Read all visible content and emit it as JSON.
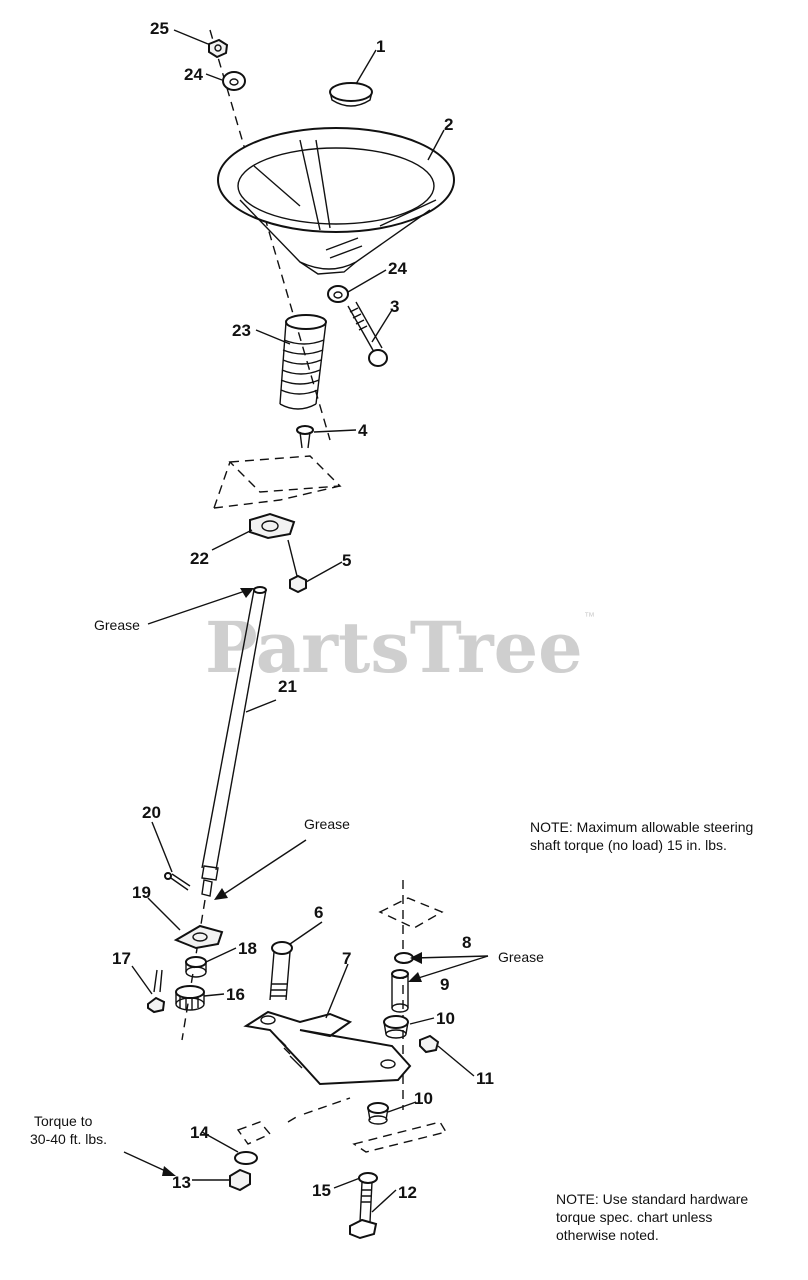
{
  "watermark": {
    "text": "PartsTree",
    "mark": "™"
  },
  "callouts": {
    "c1": "1",
    "c2": "2",
    "c3": "3",
    "c4": "4",
    "c5": "5",
    "c6": "6",
    "c7": "7",
    "c8": "8",
    "c9": "9",
    "c10a": "10",
    "c10b": "10",
    "c11": "11",
    "c12": "12",
    "c13": "13",
    "c14": "14",
    "c15": "15",
    "c16": "16",
    "c17": "17",
    "c18": "18",
    "c19": "19",
    "c20": "20",
    "c21": "21",
    "c22": "22",
    "c23": "23",
    "c24a": "24",
    "c24b": "24",
    "c25": "25"
  },
  "labels": {
    "grease_top": "Grease",
    "grease_mid": "Grease",
    "grease_right": "Grease",
    "torque_line1": "Torque to",
    "torque_line2": "30-40 ft. lbs."
  },
  "notes": {
    "note1_line1": "NOTE: Maximum allowable steering",
    "note1_line2": "shaft torque (no load) 15 in. lbs.",
    "note2_line1": "NOTE: Use standard hardware",
    "note2_line2": "torque spec. chart unless",
    "note2_line3": "otherwise noted."
  }
}
